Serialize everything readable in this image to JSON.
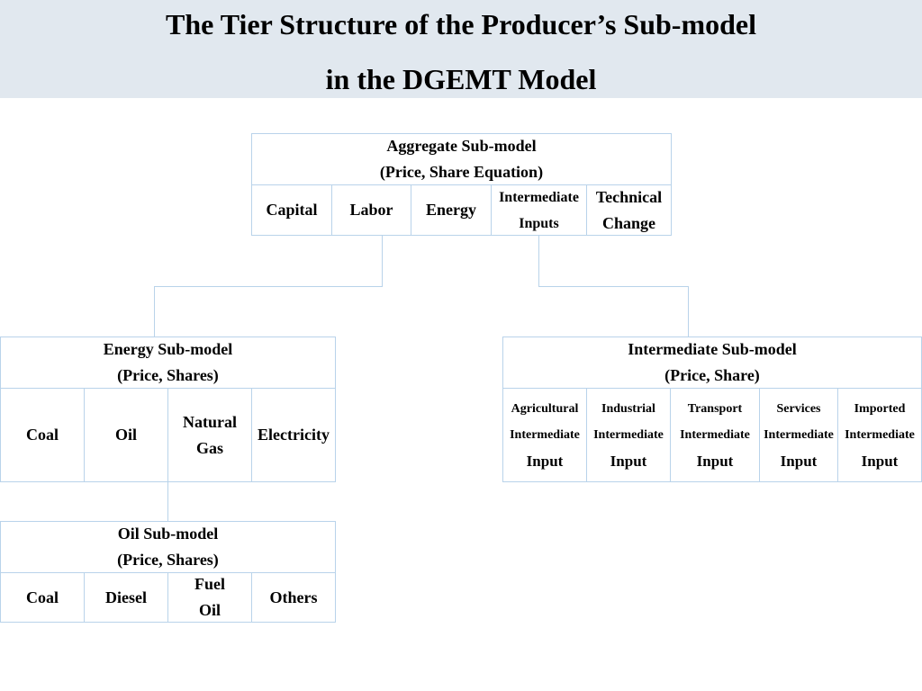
{
  "title": {
    "line1": "The Tier Structure of the Producer’s Sub-model",
    "line2": "in the DGEMT Model"
  },
  "aggregate": {
    "header_line1": "Aggregate Sub-model",
    "header_line2": "(Price, Share Equation)",
    "cells": [
      {
        "line1": "Capital"
      },
      {
        "line1": "Labor"
      },
      {
        "line1": "Energy"
      },
      {
        "line1": "Intermediate",
        "line2": "Inputs"
      },
      {
        "line1": "Technical",
        "line2": "Change"
      }
    ]
  },
  "energy": {
    "header_line1": "Energy Sub-model",
    "header_line2": "(Price, Shares)",
    "cells": [
      {
        "line1": "Coal"
      },
      {
        "line1": "Oil"
      },
      {
        "line1": "Natural",
        "line2": "Gas"
      },
      {
        "line1": "Electricity"
      }
    ]
  },
  "intermediate": {
    "header_line1": "Intermediate Sub-model",
    "header_line2": "(Price, Share)",
    "cells": [
      {
        "line1": "Agricultural",
        "line2": "Intermediate",
        "line3": "Input"
      },
      {
        "line1": "Industrial",
        "line2": "Intermediate",
        "line3": "Input"
      },
      {
        "line1": "Transport",
        "line2": "Intermediate",
        "line3": "Input"
      },
      {
        "line1": "Services",
        "line2": "Intermediate",
        "line3": "Input"
      },
      {
        "line1": "Imported",
        "line2": "Intermediate",
        "line3": "Input"
      }
    ]
  },
  "oil": {
    "header_line1": "Oil Sub-model",
    "header_line2": "(Price, Shares)",
    "cells": [
      {
        "line1": "Coal"
      },
      {
        "line1": "Diesel"
      },
      {
        "line1": "Fuel",
        "line2": "Oil"
      },
      {
        "line1": "Others"
      }
    ]
  },
  "colors": {
    "title_band": "#e1e8ef",
    "border": "#b9d3ea"
  }
}
